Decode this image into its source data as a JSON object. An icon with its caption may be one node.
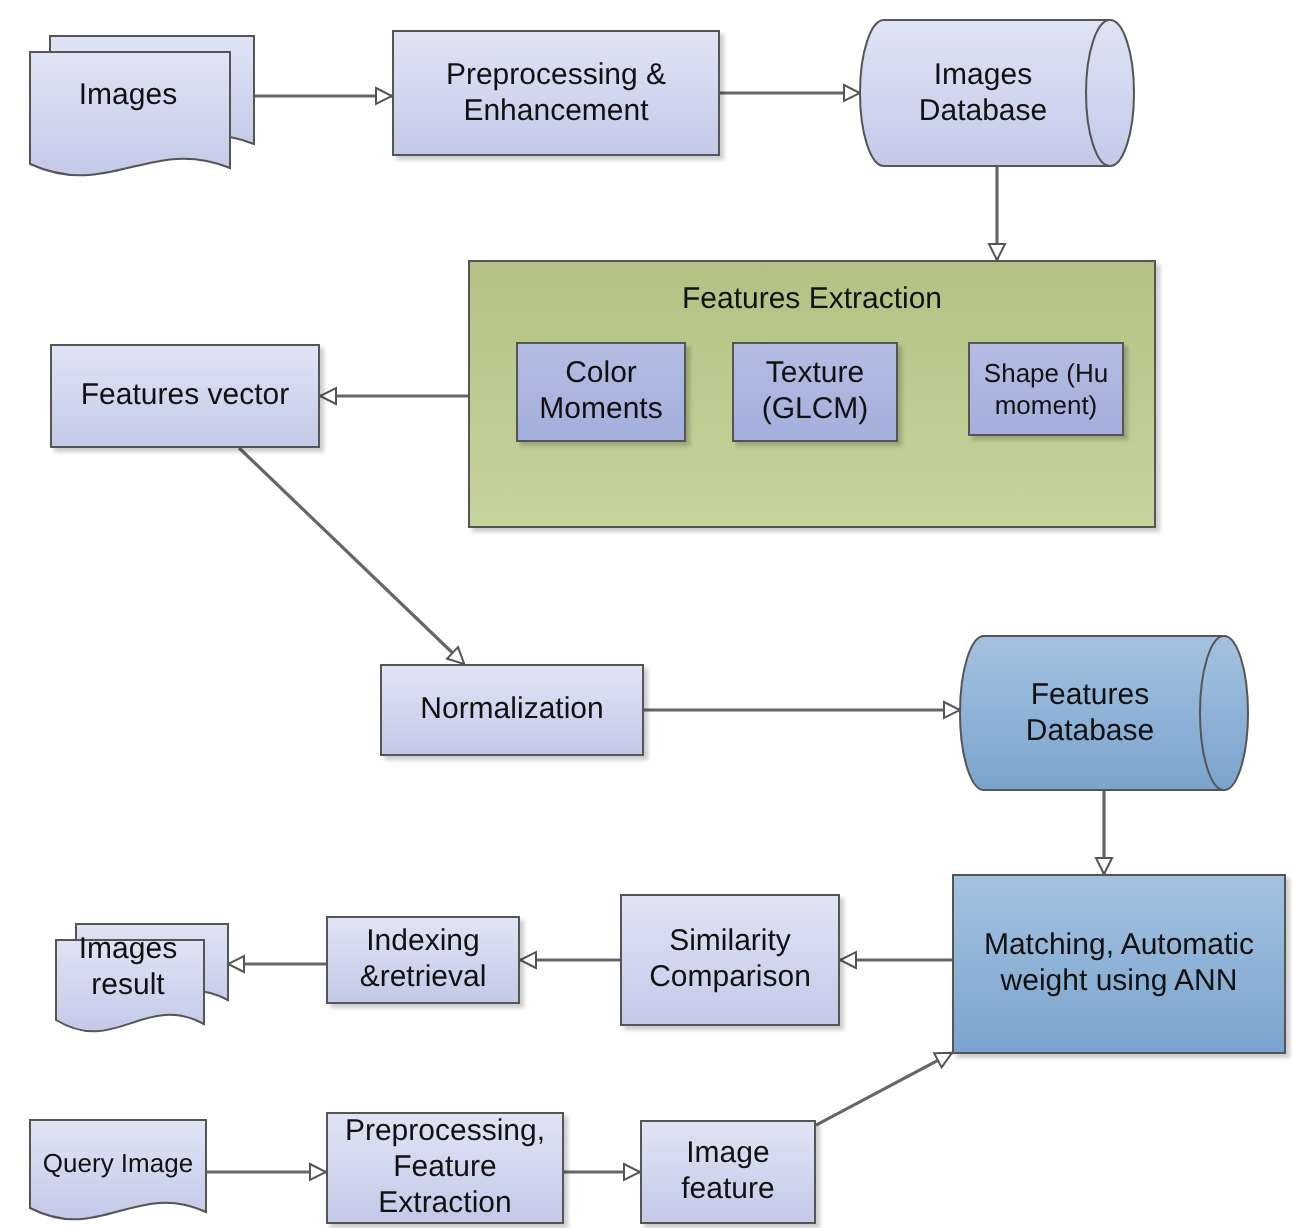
{
  "diagram": {
    "nodes": [
      {
        "text": [
          "Images"
        ]
      },
      {
        "text": [
          "Preprocessing & Enhancement"
        ]
      },
      {
        "text": [
          "Images Database"
        ]
      },
      {
        "text": [
          "Features Extraction"
        ]
      },
      {
        "text": [
          "Color Moments"
        ],
        "in": 3
      },
      {
        "text": [
          "Texture (GLCM)"
        ],
        "in": 3
      },
      {
        "text": [
          "Shape (Hu moment)"
        ],
        "in": 3
      },
      {
        "text": [
          "Features vector"
        ]
      },
      {
        "text": [
          "Normalization"
        ]
      },
      {
        "text": [
          "Features Database"
        ]
      },
      {
        "text": [
          "Matching, Automatic weight using ANN"
        ]
      },
      {
        "text": [
          "Similarity Comparison"
        ]
      },
      {
        "text": [
          "Indexing &retrieval"
        ]
      },
      {
        "text": [
          "Images result"
        ]
      },
      {
        "text": [
          "Query Image"
        ]
      },
      {
        "text": [
          "Preprocessing, Feature Extraction"
        ]
      },
      {
        "text": [
          "Image feature"
        ]
      }
    ],
    "edges": [
      {
        "from": 0,
        "to": 1,
        "arrow": "to"
      },
      {
        "from": 1,
        "to": 2,
        "arrow": "to"
      },
      {
        "from": 2,
        "to": 3,
        "arrow": "to"
      },
      {
        "from": 3,
        "to": 7,
        "arrow": "to"
      },
      {
        "from": 7,
        "to": 8,
        "arrow": "to"
      },
      {
        "from": 8,
        "to": 9,
        "arrow": "to"
      },
      {
        "from": 9,
        "to": 10,
        "arrow": "to"
      },
      {
        "from": 10,
        "to": 11,
        "arrow": "to"
      },
      {
        "from": 11,
        "to": 12,
        "arrow": "to"
      },
      {
        "from": 12,
        "to": 13,
        "arrow": "to"
      },
      {
        "from": 14,
        "to": 15,
        "arrow": "to"
      },
      {
        "from": 15,
        "to": 16,
        "arrow": "to"
      },
      {
        "from": 16,
        "to": 10,
        "arrow": "to"
      }
    ]
  }
}
